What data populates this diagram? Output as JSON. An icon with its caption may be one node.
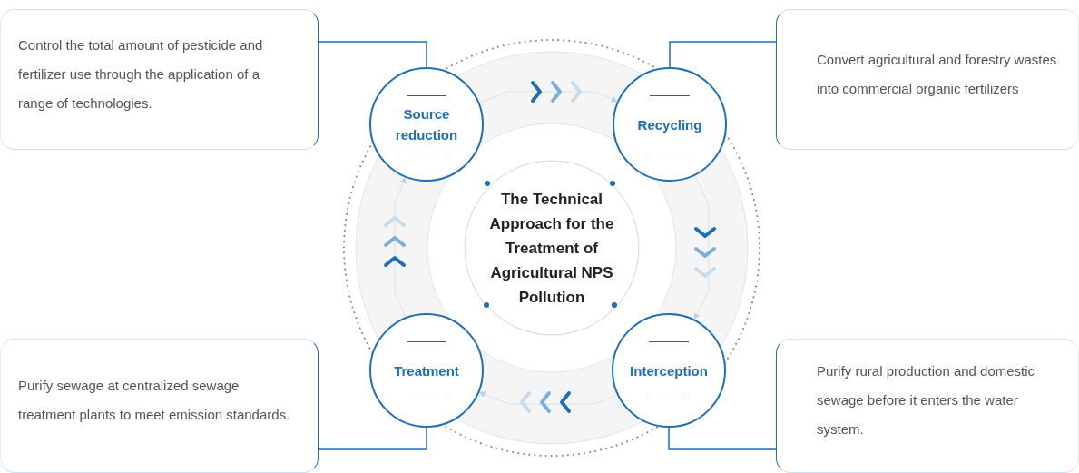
{
  "diagram": {
    "nodes": [
      {
        "text": [
          "Control the total amount of pesticide and fertilizer use through the application of a range of technologies."
        ]
      },
      {
        "text": [
          "Source reduction"
        ]
      },
      {
        "text": [
          "Recycling"
        ]
      },
      {
        "text": [
          "Convert agricultural and forestry wastes into commercial organic fertilizers"
        ]
      },
      {
        "text": [
          "The Technical Approach for the Treatment of Agricultural NPS Pollution"
        ]
      },
      {
        "text": [
          "Purify sewage at centralized sewage treatment plants to meet emission standards."
        ]
      },
      {
        "text": [
          "Treatment"
        ]
      },
      {
        "text": [
          "Interception"
        ]
      },
      {
        "text": [
          "Purify rural production and domestic sewage before it enters the water system."
        ]
      }
    ],
    "edges": [
      {
        "from": 0,
        "to": 1,
        "arrow": "none"
      },
      {
        "from": 3,
        "to": 2,
        "arrow": "none"
      },
      {
        "from": 5,
        "to": 6,
        "arrow": "none"
      },
      {
        "from": 8,
        "to": 7,
        "arrow": "none"
      },
      {
        "from": 1,
        "to": 2,
        "arrow": "to",
        "color": "#d3e3f1"
      },
      {
        "from": 2,
        "to": 7,
        "arrow": "to",
        "color": "#d3e3f1"
      },
      {
        "from": 7,
        "to": 6,
        "arrow": "to",
        "color": "#d3e3f1"
      },
      {
        "from": 6,
        "to": 1,
        "arrow": "to",
        "color": "#d3e3f1"
      }
    ]
  }
}
